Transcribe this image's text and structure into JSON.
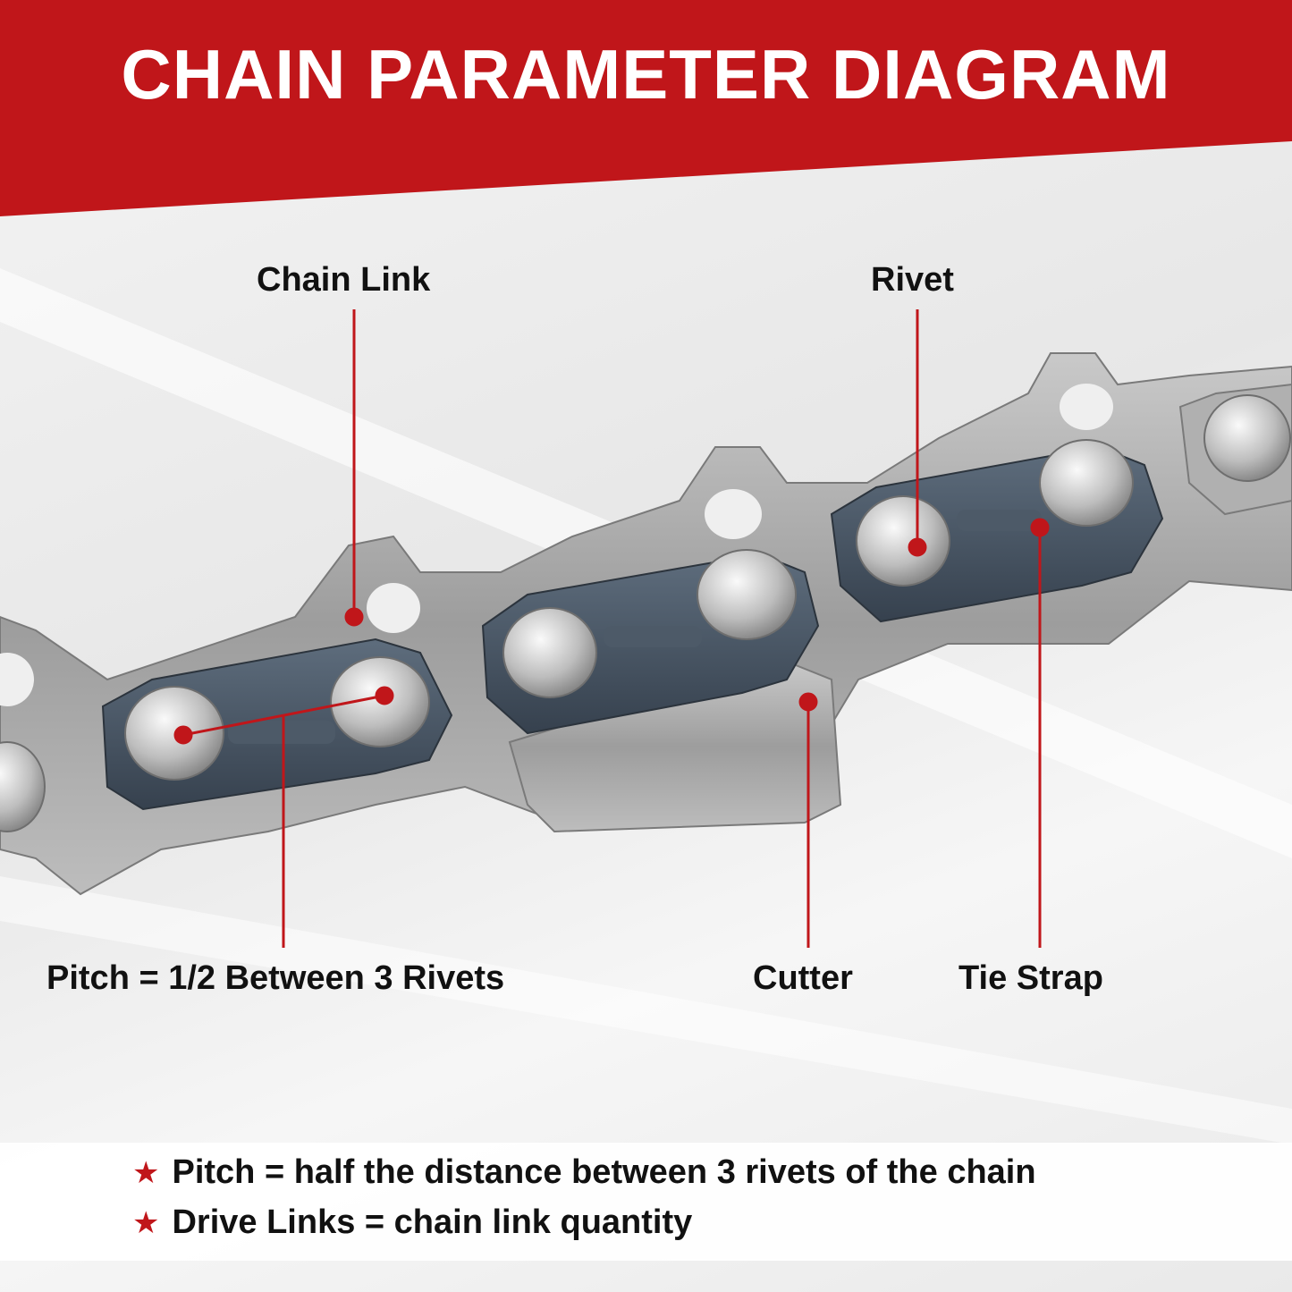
{
  "header": {
    "title": "CHAIN PARAMETER DIAGRAM",
    "color": "#c0161a"
  },
  "callouts": {
    "chain_link": "Chain Link",
    "rivet": "Rivet",
    "pitch": "Pitch = 1/2 Between 3 Rivets",
    "cutter": "Cutter",
    "tie_strap": "Tie Strap",
    "accent_color": "#c0161a"
  },
  "notes": [
    {
      "icon": "star-icon",
      "text": "Pitch = half the distance between 3 rivets of the chain"
    },
    {
      "icon": "star-icon",
      "text": "Drive Links = chain link quantity"
    }
  ]
}
